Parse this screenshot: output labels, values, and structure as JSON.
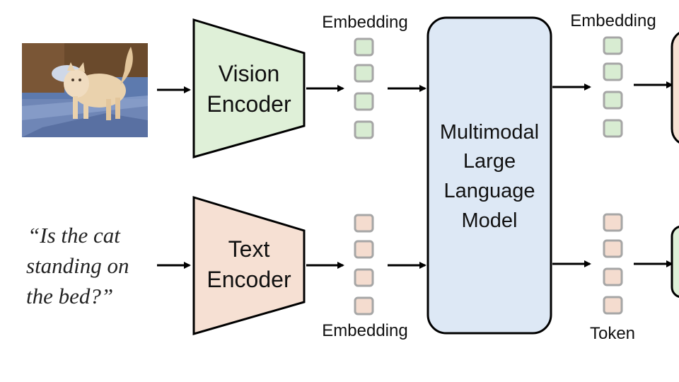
{
  "input_image": {
    "description_icon": "cat-photo",
    "colors": {
      "bed": "#6f86b6",
      "cat": "#e8c9a0",
      "wall": "#6a4a2c",
      "pillow": "#cfd8e8"
    }
  },
  "input_text": {
    "line1": "“Is the cat",
    "line2": "standing on",
    "line3": "the bed?”"
  },
  "vision_encoder": {
    "line1": "Vision",
    "line2": "Encoder",
    "fill": "#dff0d8"
  },
  "text_encoder": {
    "line1": "Text",
    "line2": "Encoder",
    "fill": "#f6e0d3"
  },
  "embedding_labels": {
    "vision_in": "Embedding",
    "text_in": "Embedding",
    "vision_out": "Embedding",
    "token_out": "Token"
  },
  "mllm": {
    "line1": "Multimodal",
    "line2": "Large",
    "line3": "Language",
    "line4": "Model",
    "fill": "#dde8f5"
  },
  "token_colors": {
    "vision": "#d8ecd2",
    "text": "#f4dccf",
    "border": "#a6a6a6"
  }
}
